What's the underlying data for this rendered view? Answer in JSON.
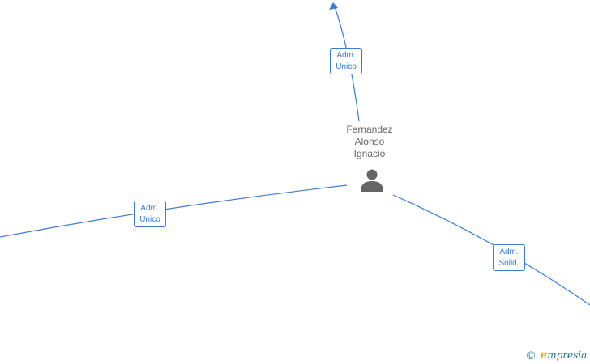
{
  "person": {
    "name_lines": [
      "Fernandez",
      "Alonso",
      "Ignacio"
    ],
    "icon": "person-icon"
  },
  "edges": [
    {
      "label_lines": [
        "Adm.",
        "Unico"
      ],
      "direction": "up",
      "has_arrow": true
    },
    {
      "label_lines": [
        "Adm.",
        "Unico"
      ],
      "direction": "left",
      "has_arrow": false
    },
    {
      "label_lines": [
        "Adm.",
        "Solid."
      ],
      "direction": "down-right",
      "has_arrow": false
    }
  ],
  "colors": {
    "edge": "#3a7bd5",
    "node_text": "#666666",
    "person_icon": "#666666",
    "brand_initial": "#f5a100",
    "brand_text": "#1f6f8b",
    "copyright": "#2a8a8a"
  },
  "brand": {
    "copyright_symbol": "©",
    "initial": "e",
    "rest": "mpresia"
  }
}
